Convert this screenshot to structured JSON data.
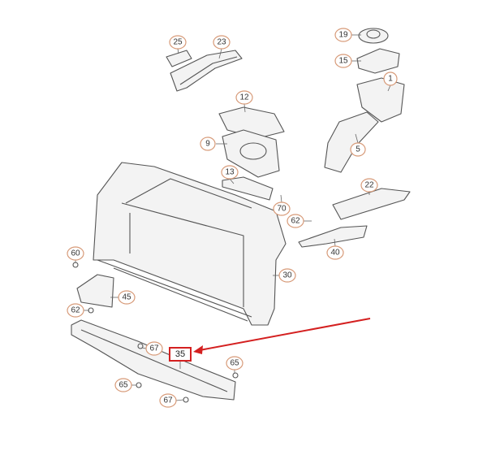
{
  "diagram": {
    "callouts": [
      "25",
      "23",
      "19",
      "15",
      "1",
      "12",
      "9",
      "5",
      "13",
      "22",
      "70",
      "62",
      "40",
      "60",
      "30",
      "45",
      "62",
      "67",
      "65",
      "65",
      "67"
    ],
    "highlighted_part": "35",
    "colors": {
      "callout_border": "#d79a78",
      "highlight": "#d42020",
      "line_art": "#555555"
    }
  }
}
